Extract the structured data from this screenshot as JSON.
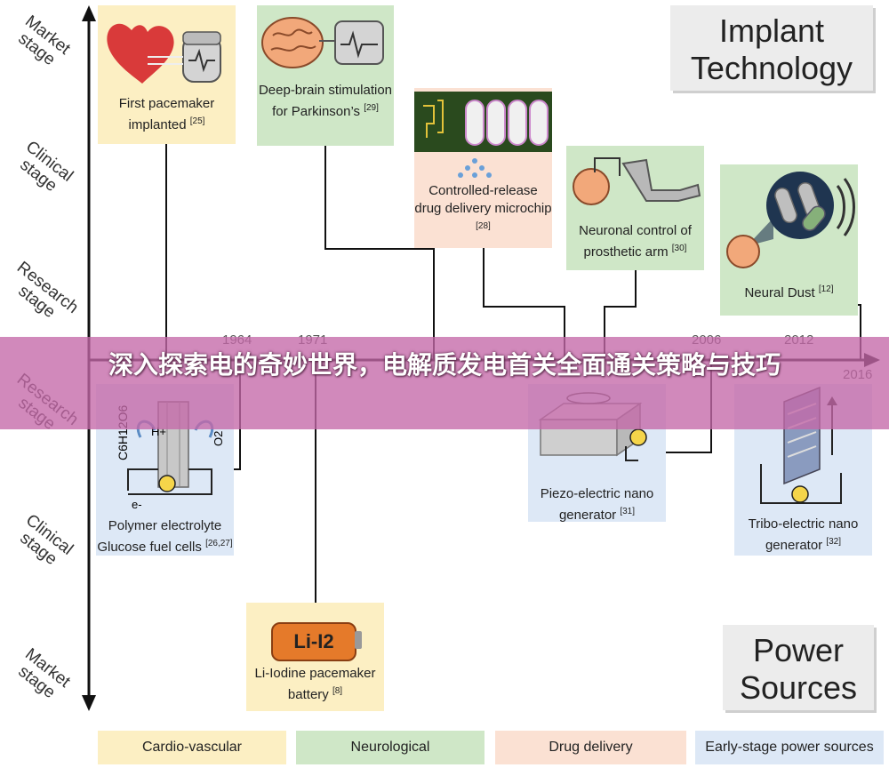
{
  "axis_labels": {
    "top_market": "Market stage",
    "top_clinical": "Clinical stage",
    "top_research": "Research stage",
    "bottom_research": "Research stage",
    "bottom_clinical": "Clinical stage",
    "bottom_market": "Market stage"
  },
  "titles": {
    "implant": "Implant Technology",
    "power": "Power Sources"
  },
  "years": [
    "1964",
    "1971",
    "2006",
    "2012",
    "2016"
  ],
  "cards": {
    "pacemaker": {
      "text": "First pacemaker implanted",
      "ref": "[25]"
    },
    "dbs": {
      "text": "Deep-brain stimulation for Parkinson’s",
      "ref": "[29]"
    },
    "microchip": {
      "text": "Controlled-release drug delivery microchip",
      "ref": "[28]"
    },
    "prosthetic": {
      "text": "Neuronal control of prosthetic arm",
      "ref": "[30]"
    },
    "neural_dust": {
      "text": "Neural Dust",
      "ref": "[12]"
    },
    "glucose": {
      "text": "Polymer electrolyte Glucose fuel cells",
      "ref": "[26,27]"
    },
    "li_iodine": {
      "text": "Li-Iodine pacemaker battery",
      "ref": "[8]",
      "battery_label": "Li-I2"
    },
    "piezo": {
      "text": "Piezo-electric nano generator",
      "ref": "[31]"
    },
    "tribo": {
      "text": "Tribo-electric nano generator",
      "ref": "[32]"
    }
  },
  "legend": [
    "Cardio-vascular",
    "Neurological",
    "Drug delivery",
    "Early-stage power sources"
  ],
  "banner": {
    "text": "深入探索电的奇妙世界，电解质发电首关全面通关策略与技巧"
  },
  "colors": {
    "cardio": "#fcefc3",
    "neuro": "#cfe7c7",
    "drug": "#fbe1d3",
    "power": "#dde8f6",
    "banner": "#c468a8"
  }
}
